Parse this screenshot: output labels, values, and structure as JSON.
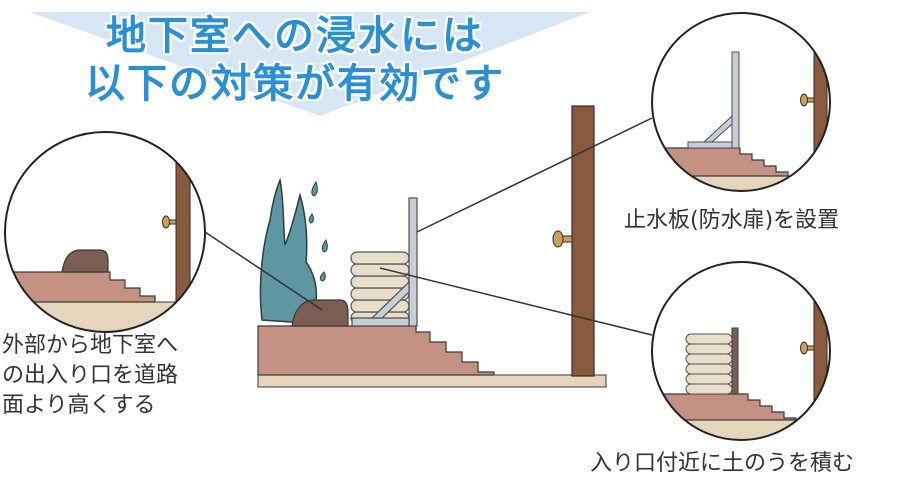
{
  "title": {
    "line1": "地下室への浸水には",
    "line2": "以下の対策が有効です"
  },
  "captions": {
    "left": [
      "外部から地下室へ",
      "の出入り口を道路",
      "面より高くする"
    ],
    "top_right": "止水板(防水扉)を設置",
    "bottom_right": "入り口付近に土のうを積む"
  },
  "colors": {
    "title_text": "#2a8fd3",
    "banner": "#d7e6f5",
    "water": "#5e96a3",
    "steps": "#c49182",
    "ground": "#e5d5bd",
    "door": "#8a5a3f",
    "sandbag": "#e8dfca",
    "barrier": "#c9ced6"
  }
}
